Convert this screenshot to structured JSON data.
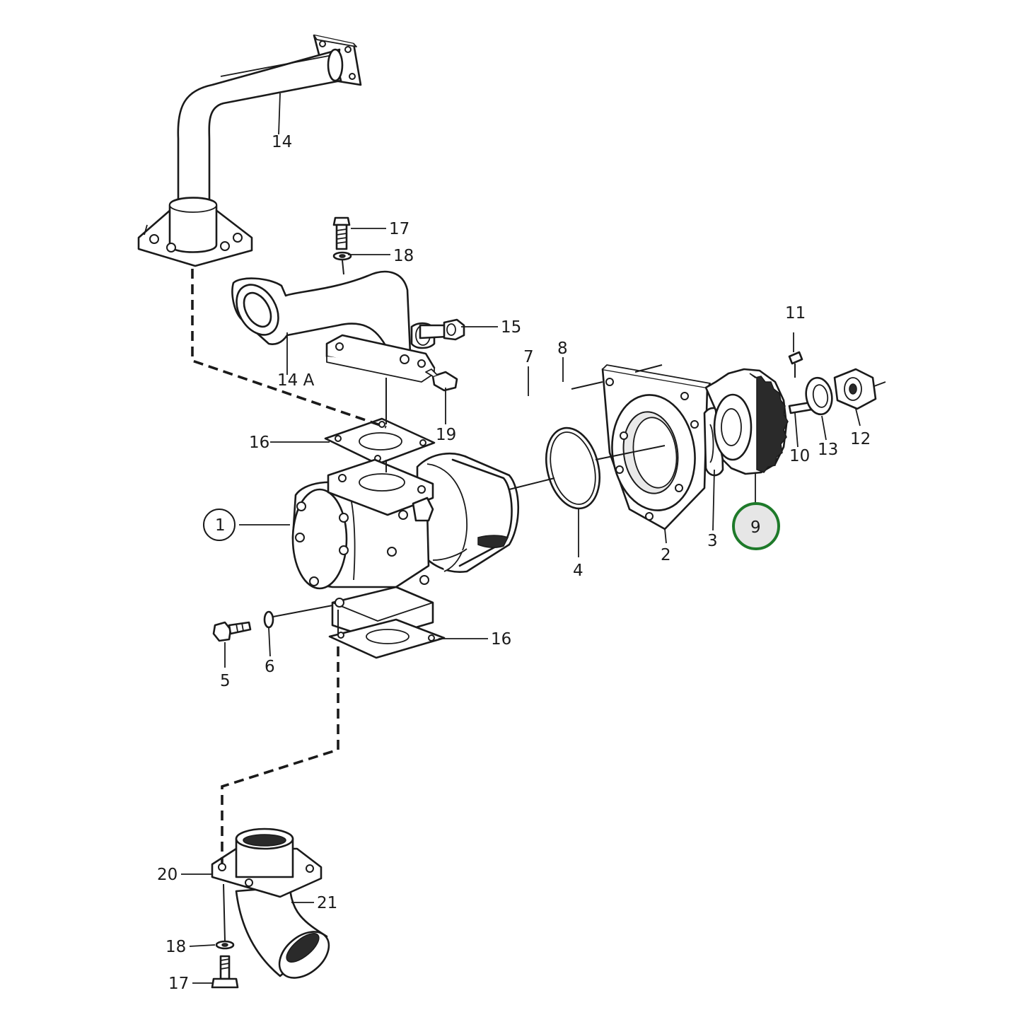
{
  "callouts": [
    {
      "id": "c14",
      "text": "14",
      "muted": false
    },
    {
      "id": "c17a",
      "text": "17",
      "muted": false
    },
    {
      "id": "c18a",
      "text": "18",
      "muted": true
    },
    {
      "id": "c15",
      "text": "15",
      "muted": false
    },
    {
      "id": "c14a",
      "text": "14 A",
      "muted": false
    },
    {
      "id": "c19",
      "text": "19",
      "muted": false
    },
    {
      "id": "c16a",
      "text": "16",
      "muted": false
    },
    {
      "id": "c7",
      "text": "7",
      "muted": false
    },
    {
      "id": "c8",
      "text": "8",
      "muted": false
    },
    {
      "id": "c11",
      "text": "11",
      "muted": false
    },
    {
      "id": "c10",
      "text": "10",
      "muted": false
    },
    {
      "id": "c13",
      "text": "13",
      "muted": false
    },
    {
      "id": "c12",
      "text": "12",
      "muted": true
    },
    {
      "id": "c1",
      "text": "1",
      "muted": false
    },
    {
      "id": "c4",
      "text": "4",
      "muted": true
    },
    {
      "id": "c2",
      "text": "2",
      "muted": false
    },
    {
      "id": "c3",
      "text": "3",
      "muted": false
    },
    {
      "id": "c9",
      "text": "9",
      "muted": false
    },
    {
      "id": "c16b",
      "text": "16",
      "muted": false
    },
    {
      "id": "c5",
      "text": "5",
      "muted": false
    },
    {
      "id": "c6",
      "text": "6",
      "muted": true
    },
    {
      "id": "c20",
      "text": "20",
      "muted": false
    },
    {
      "id": "c21",
      "text": "21",
      "muted": false
    },
    {
      "id": "c18b",
      "text": "18",
      "muted": true
    },
    {
      "id": "c17b",
      "text": "17",
      "muted": false
    }
  ],
  "highlight": {
    "callout": "9",
    "color": "#1e7a2a"
  },
  "colors": {
    "ink": "#1a1a1a",
    "muted_label": "#8a8a8a",
    "highlight_ring": "#1e7a2a",
    "highlight_fill": "#e6e6e6"
  }
}
